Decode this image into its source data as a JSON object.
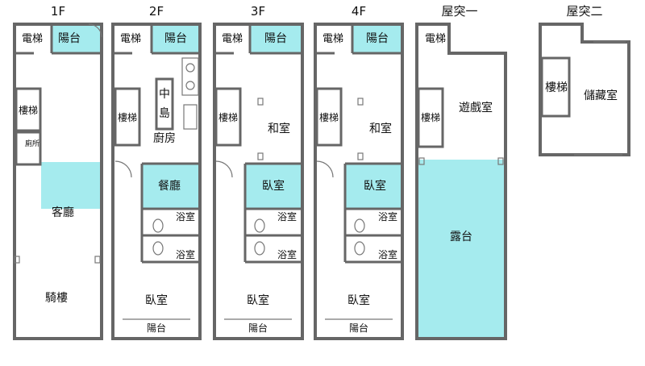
{
  "floors": {
    "f1": {
      "title": "1F",
      "elevator": "電梯",
      "balcony": "陽台",
      "stairs": "樓梯",
      "toilet": "廁所",
      "living": "客廳",
      "arcade": "騎樓"
    },
    "f2": {
      "title": "2F",
      "elevator": "電梯",
      "balcony": "陽台",
      "stairs": "樓梯",
      "island_1": "中",
      "island_2": "島",
      "kitchen": "廚房",
      "dining": "餐廳",
      "bath_1": "浴室",
      "bath_2": "浴室",
      "bedroom": "臥室",
      "rear_balcony": "陽台"
    },
    "f3": {
      "title": "3F",
      "elevator": "電梯",
      "balcony": "陽台",
      "stairs": "樓梯",
      "washitsu": "和室",
      "bedroom_front": "臥室",
      "bath_1": "浴室",
      "bath_2": "浴室",
      "bedroom": "臥室",
      "rear_balcony": "陽台"
    },
    "f4": {
      "title": "4F",
      "elevator": "電梯",
      "balcony": "陽台",
      "stairs": "樓梯",
      "washitsu": "和室",
      "bedroom_front": "臥室",
      "bath_1": "浴室",
      "bath_2": "浴室",
      "bedroom": "臥室",
      "rear_balcony": "陽台"
    },
    "r1": {
      "title": "屋突一",
      "elevator": "電梯",
      "stairs": "樓梯",
      "game_room": "遊戲室",
      "terrace": "露台"
    },
    "r2": {
      "title": "屋突二",
      "stairs": "樓梯",
      "storage": "儲藏室"
    }
  },
  "colors": {
    "highlight": "#a5ebee",
    "wall": "#666666"
  }
}
